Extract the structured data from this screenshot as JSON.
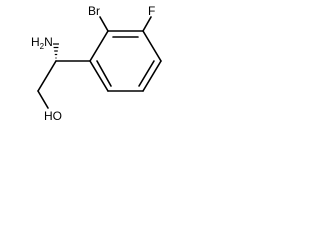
{
  "molecule": {
    "atoms": {
      "amine": {
        "symbol": "H",
        "subscript": "2",
        "element": "N"
      },
      "bromine": {
        "element": "Br"
      },
      "fluorine": {
        "element": "F"
      },
      "hydroxyl": {
        "element": "HO"
      }
    }
  }
}
